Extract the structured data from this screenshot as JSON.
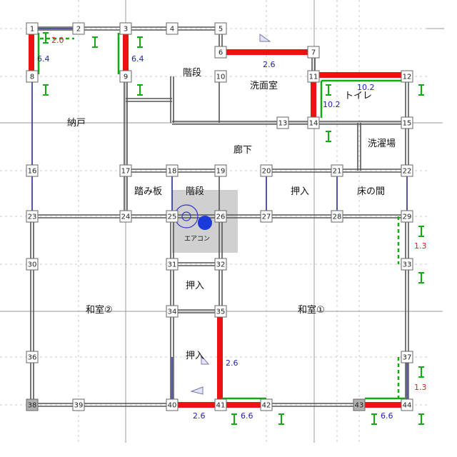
{
  "nodes": [
    {
      "id": "1",
      "label": "1"
    },
    {
      "id": "2",
      "label": "2"
    },
    {
      "id": "3",
      "label": "3"
    },
    {
      "id": "4",
      "label": "4"
    },
    {
      "id": "5",
      "label": "5"
    },
    {
      "id": "6",
      "label": "6"
    },
    {
      "id": "7",
      "label": "7"
    },
    {
      "id": "8",
      "label": "8"
    },
    {
      "id": "9",
      "label": "9"
    },
    {
      "id": "10",
      "label": "10"
    },
    {
      "id": "11",
      "label": "11"
    },
    {
      "id": "12",
      "label": "12"
    },
    {
      "id": "13",
      "label": "13"
    },
    {
      "id": "14",
      "label": "14"
    },
    {
      "id": "15",
      "label": "15"
    },
    {
      "id": "16",
      "label": "16"
    },
    {
      "id": "17",
      "label": "17"
    },
    {
      "id": "18",
      "label": "18"
    },
    {
      "id": "19",
      "label": "19"
    },
    {
      "id": "20",
      "label": "20"
    },
    {
      "id": "21",
      "label": "21"
    },
    {
      "id": "22",
      "label": "22"
    },
    {
      "id": "23",
      "label": "23"
    },
    {
      "id": "24",
      "label": "24"
    },
    {
      "id": "25",
      "label": "25"
    },
    {
      "id": "26",
      "label": "26"
    },
    {
      "id": "27",
      "label": "27"
    },
    {
      "id": "28",
      "label": "28"
    },
    {
      "id": "29",
      "label": "29"
    },
    {
      "id": "30",
      "label": "30"
    },
    {
      "id": "31",
      "label": "31"
    },
    {
      "id": "32",
      "label": "32"
    },
    {
      "id": "33",
      "label": "33"
    },
    {
      "id": "34",
      "label": "34"
    },
    {
      "id": "35",
      "label": "35"
    },
    {
      "id": "36",
      "label": "36"
    },
    {
      "id": "37",
      "label": "37"
    },
    {
      "id": "38",
      "label": "38"
    },
    {
      "id": "39",
      "label": "39"
    },
    {
      "id": "40",
      "label": "40"
    },
    {
      "id": "41",
      "label": "41"
    },
    {
      "id": "42",
      "label": "42"
    },
    {
      "id": "43",
      "label": "43"
    },
    {
      "id": "44",
      "label": "44"
    }
  ],
  "rooms": [
    {
      "key": "nando",
      "label": "納戸"
    },
    {
      "key": "kaidan_top",
      "label": "階段"
    },
    {
      "key": "senmenshitsu",
      "label": "洗面室"
    },
    {
      "key": "toilet",
      "label": "トイレ"
    },
    {
      "key": "sentakuba",
      "label": "洗濯場"
    },
    {
      "key": "roka",
      "label": "廊下"
    },
    {
      "key": "fumiita",
      "label": "踏み板"
    },
    {
      "key": "kaidan_mid",
      "label": "階段"
    },
    {
      "key": "oshiire_1",
      "label": "押入"
    },
    {
      "key": "tokonoma",
      "label": "床の間"
    },
    {
      "key": "washitsu2",
      "label": "和室②"
    },
    {
      "key": "oshiire_2",
      "label": "押入"
    },
    {
      "key": "washitsu1",
      "label": "和室①"
    },
    {
      "key": "oshiire_3",
      "label": "押入"
    }
  ],
  "aircon_label": "エアコン",
  "dimensions": [
    {
      "key": "d_2_0",
      "text": "2.0",
      "color": "#e02020"
    },
    {
      "key": "d_6_4a",
      "text": "6.4",
      "color": "#2020c0"
    },
    {
      "key": "d_6_4b",
      "text": "6.4",
      "color": "#2020c0"
    },
    {
      "key": "d_2_6a",
      "text": "2.6",
      "color": "#2020c0"
    },
    {
      "key": "d_10_2a",
      "text": "10.2",
      "color": "#2020c0"
    },
    {
      "key": "d_10_2b",
      "text": "10.2",
      "color": "#2020c0"
    },
    {
      "key": "d_1_3a",
      "text": "1.3",
      "color": "#e02020"
    },
    {
      "key": "d_2_6b",
      "text": "2.6",
      "color": "#2020c0"
    },
    {
      "key": "d_1_3b",
      "text": "1.3",
      "color": "#e02020"
    },
    {
      "key": "d_2_6c",
      "text": "2.6",
      "color": "#2020c0"
    },
    {
      "key": "d_6_6a",
      "text": "6.6",
      "color": "#2020c0"
    },
    {
      "key": "d_6_6b",
      "text": "6.6",
      "color": "#2020c0"
    }
  ],
  "colors": {
    "wall": "#555555",
    "thin_wall": "#1a1a8c",
    "red_member": "#ee1111",
    "green_member": "#11aa11",
    "grid": "#bbbbbb",
    "stair_fill": "#c8c8c8",
    "gray_node": "#b0b0b0"
  }
}
